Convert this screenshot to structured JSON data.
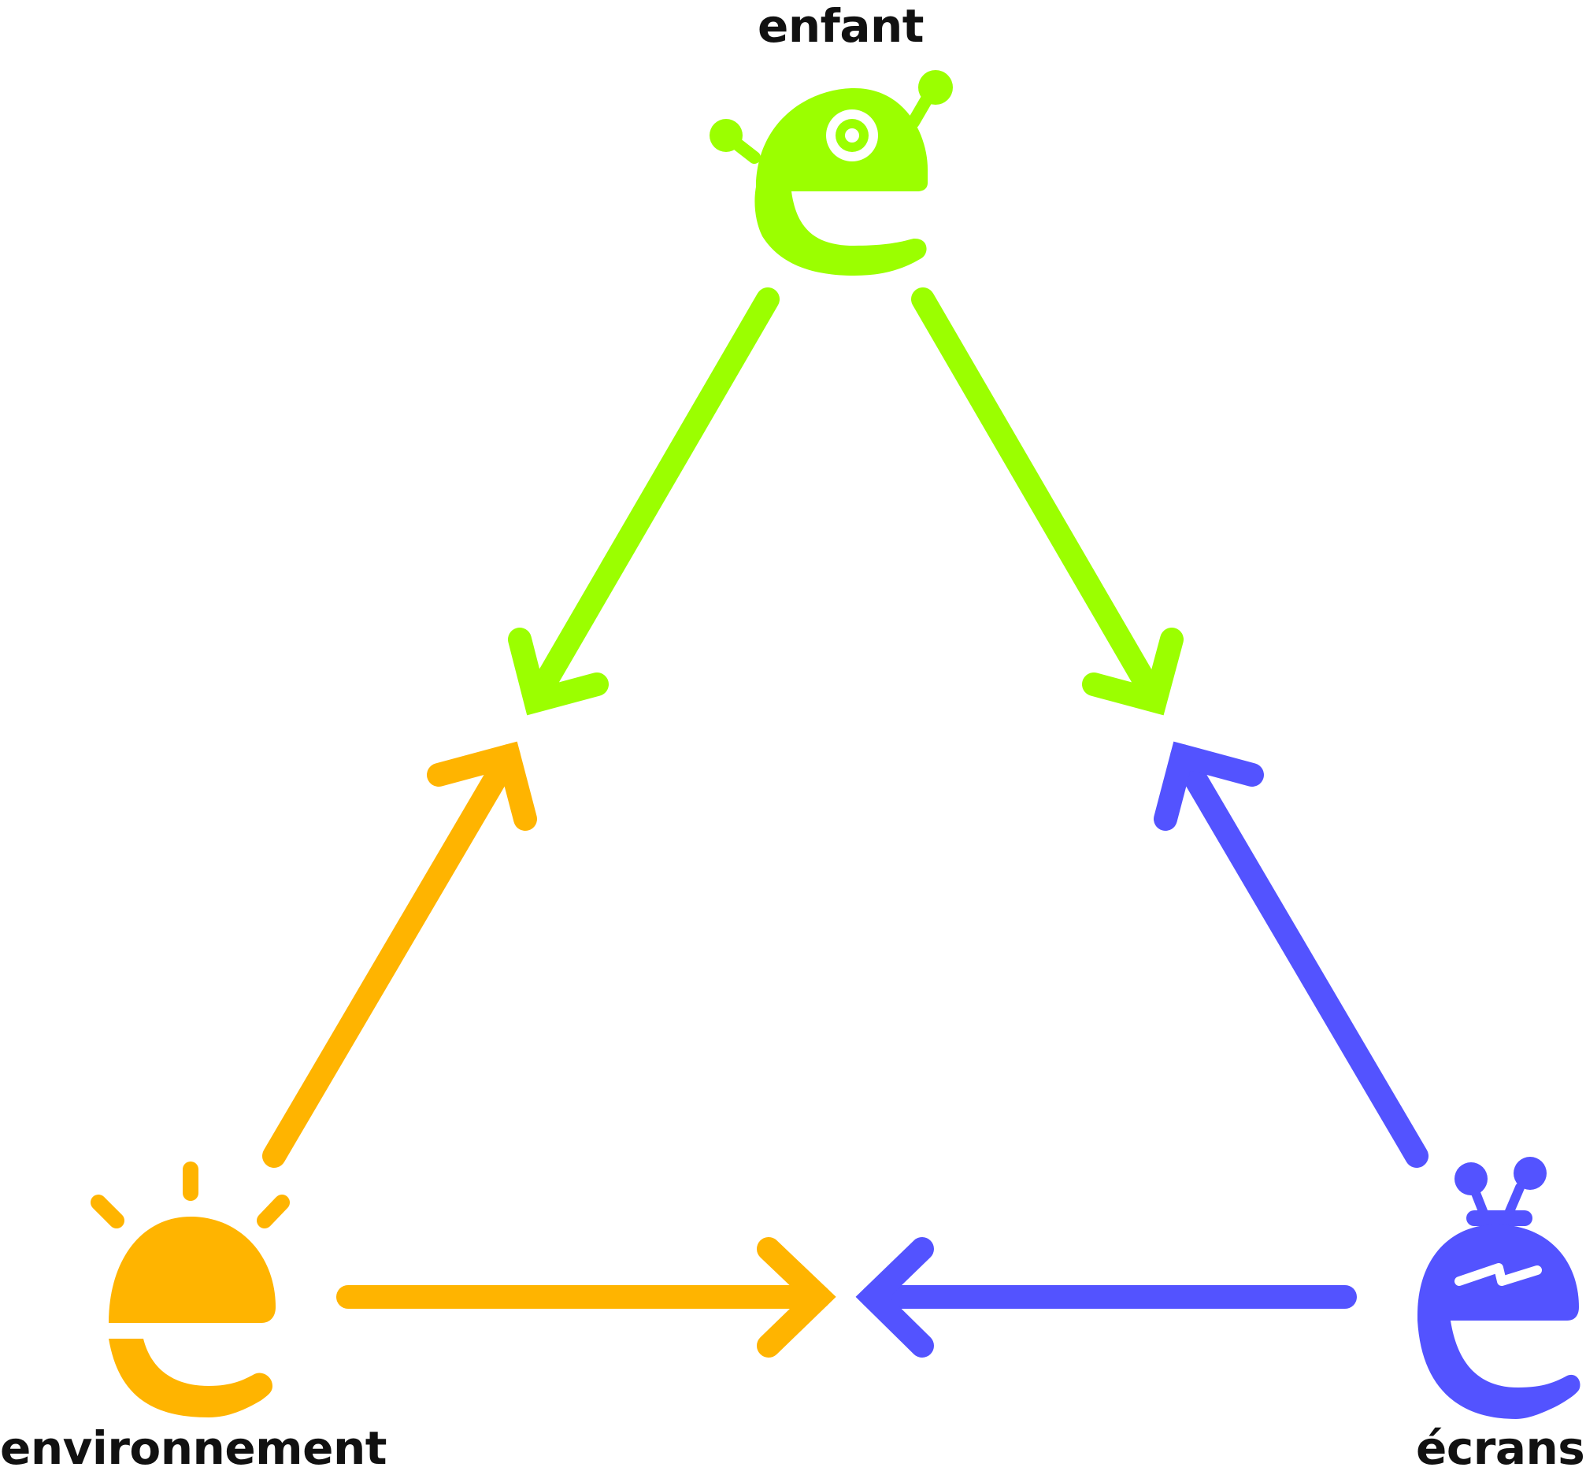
{
  "nodes": {
    "enfant": {
      "label": "enfant",
      "color": "#9BFF00",
      "icon": "green-e-creature-icon"
    },
    "environnement": {
      "label": "environnement",
      "color": "#FFB400",
      "icon": "orange-e-sun-icon"
    },
    "ecrans": {
      "label": "écrans",
      "color": "#5353FF",
      "icon": "blue-e-tv-icon"
    }
  },
  "edges": [
    {
      "from": "enfant",
      "to": "enfant-environnement-side",
      "color": "#9BFF00"
    },
    {
      "from": "enfant",
      "to": "enfant-ecrans-side",
      "color": "#9BFF00"
    },
    {
      "from": "environnement",
      "to": "enfant-environnement-side",
      "color": "#FFB400"
    },
    {
      "from": "environnement",
      "to": "environnement-ecrans-side",
      "color": "#FFB400"
    },
    {
      "from": "ecrans",
      "to": "enfant-ecrans-side",
      "color": "#5353FF"
    },
    {
      "from": "ecrans",
      "to": "environnement-ecrans-side",
      "color": "#5353FF"
    }
  ]
}
